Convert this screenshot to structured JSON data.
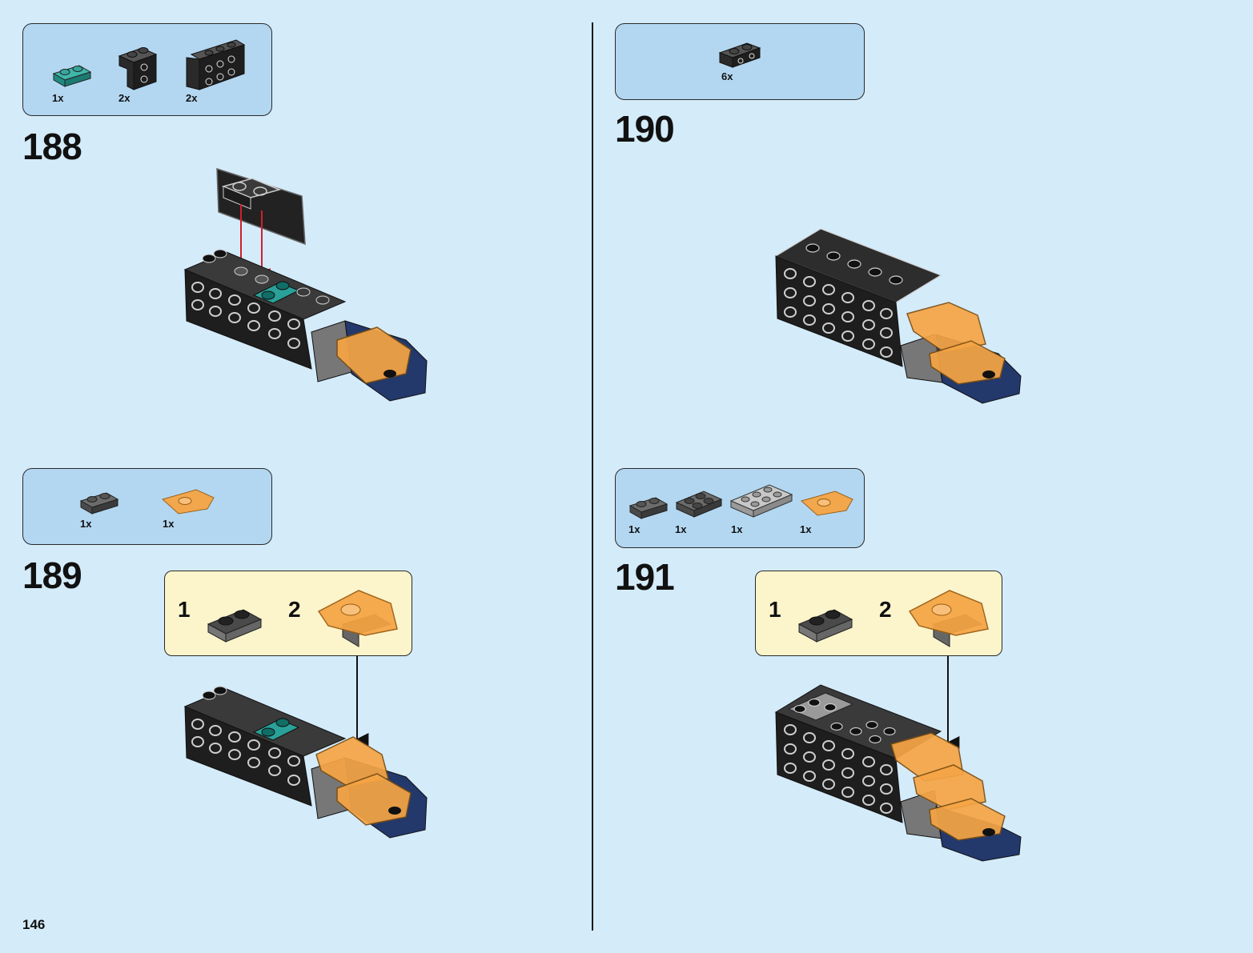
{
  "page_number": "146",
  "colors": {
    "background": "#d4ebfa",
    "parts_box": "#b3d7f1",
    "substep_box": "#fcf4cb",
    "arrow_red": "#d0202e",
    "teal": "#2aa198",
    "trans_orange": "#f6a545",
    "dark_blue": "#23386b"
  },
  "steps": [
    {
      "number": "188",
      "parts": [
        {
          "qty": "1x",
          "icon": "teal-plate-1x2-icon"
        },
        {
          "qty": "2x",
          "icon": "black-bracket-icon"
        },
        {
          "qty": "2x",
          "icon": "black-bracket-2x4-icon"
        }
      ]
    },
    {
      "number": "189",
      "parts": [
        {
          "qty": "1x",
          "icon": "grey-plate-1x2-icon"
        },
        {
          "qty": "1x",
          "icon": "trans-orange-wedge-icon"
        }
      ],
      "substeps": [
        "1",
        "2"
      ]
    },
    {
      "number": "190",
      "parts": [
        {
          "qty": "6x",
          "icon": "black-bracket-small-icon"
        }
      ]
    },
    {
      "number": "191",
      "parts": [
        {
          "qty": "1x",
          "icon": "grey-plate-1x2-icon"
        },
        {
          "qty": "1x",
          "icon": "grey-plate-2x2-icon"
        },
        {
          "qty": "1x",
          "icon": "light-grey-plate-2x4-icon"
        },
        {
          "qty": "1x",
          "icon": "trans-orange-wedge-icon"
        }
      ],
      "substeps": [
        "1",
        "2"
      ]
    }
  ]
}
